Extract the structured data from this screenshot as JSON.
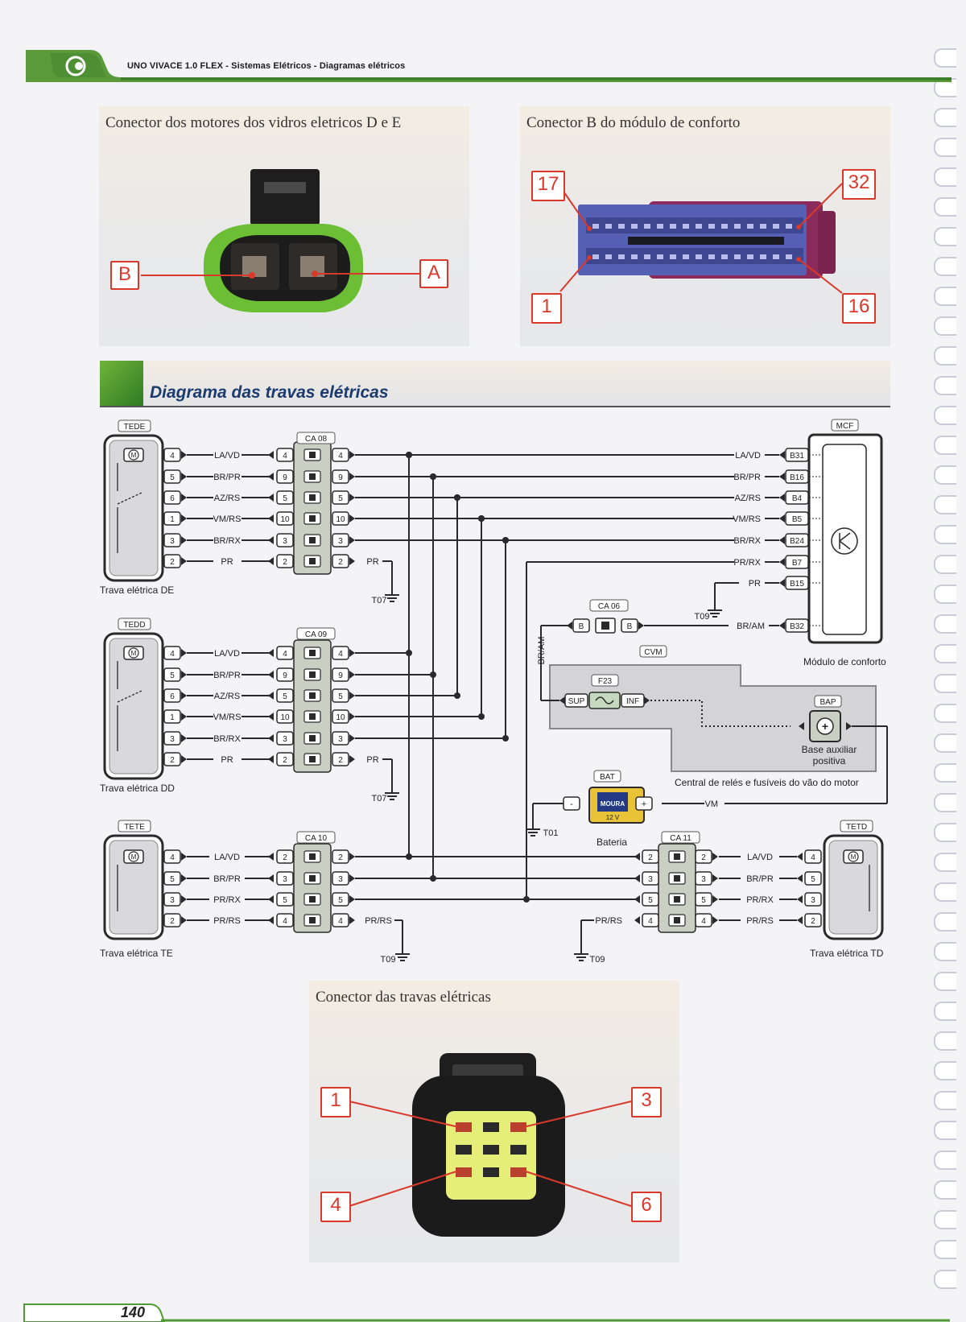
{
  "header": {
    "title": "UNO VIVACE 1.0 FLEX - Sistemas Elétricos - Diagramas elétricos"
  },
  "photo1": {
    "title": "Conector dos motores dos vidros eletricos D e E",
    "labels": {
      "b": "B",
      "a": "A"
    }
  },
  "photo2": {
    "title": "Conector B do módulo de conforto",
    "labels": {
      "p17": "17",
      "p32": "32",
      "p1": "1",
      "p16": "16"
    }
  },
  "section": {
    "title": "Diagrama das travas elétricas"
  },
  "diagram": {
    "tede": {
      "tag": "TEDE",
      "caption": "Trava elétrica DE"
    },
    "tedd": {
      "tag": "TEDD",
      "caption": "Trava elétrica DD"
    },
    "tete": {
      "tag": "TETE",
      "caption": "Trava elétrica TE"
    },
    "tetd": {
      "tag": "TETD",
      "caption": "Trava elétrica TD"
    },
    "motor_symbol": "M",
    "ca08": "CA 08",
    "ca09": "CA 09",
    "ca10": "CA 10",
    "ca11": "CA 11",
    "ca06": "CA 06",
    "mcf": {
      "tag": "MCF",
      "caption": "Módulo de conforto"
    },
    "front_pins": [
      "4",
      "5",
      "6",
      "1",
      "3",
      "2"
    ],
    "front_wires": [
      "LA/VD",
      "BR/PR",
      "AZ/RS",
      "VM/RS",
      "BR/RX",
      "PR"
    ],
    "ca_front_pins": [
      "4",
      "9",
      "5",
      "10",
      "3",
      "2"
    ],
    "rear_pins": [
      "4",
      "5",
      "3",
      "2"
    ],
    "rear_wires_te": [
      "LA/VD",
      "BR/PR",
      "PR/RX",
      "PR/RS"
    ],
    "ca10_pins": [
      "2",
      "3",
      "5",
      "4"
    ],
    "rear_wires_td": [
      "LA/VD",
      "BR/PR",
      "PR/RX",
      "PR/RS"
    ],
    "mcf_pins": [
      "B31",
      "B16",
      "B4",
      "B5",
      "B24",
      "B7",
      "B15",
      "B32"
    ],
    "mcf_wires": [
      "LA/VD",
      "BR/PR",
      "AZ/RS",
      "VM/RS",
      "BR/RX",
      "PR/RX",
      "PR",
      "BR/AM"
    ],
    "ground_pr": "PR",
    "ground_prrs": "PR/RS",
    "t07": "T07",
    "t09": "T09",
    "t01": "T01",
    "ca06_pin": "B",
    "bram": "BR/AM",
    "cvm": {
      "tag": "CVM",
      "caption": "Central de relés e fusíveis do vão do motor"
    },
    "f23": "F23",
    "sup": "SUP",
    "inf": "INF",
    "bap": {
      "tag": "BAP",
      "caption": "Base auxiliar positiva"
    },
    "bat": {
      "tag": "BAT",
      "caption": "Bateria",
      "brand": "MOURA",
      "volt": "12 V",
      "minus": "-",
      "plus": "+"
    },
    "vm": "VM"
  },
  "photo3": {
    "title": "Conector das travas elétricas",
    "labels": {
      "p1": "1",
      "p3": "3",
      "p4": "4",
      "p6": "6"
    }
  },
  "footer": {
    "page": "140"
  },
  "colors": {
    "green": "#4e9b35",
    "callout": "#d9392b",
    "title_blue": "#1b3b6e"
  }
}
